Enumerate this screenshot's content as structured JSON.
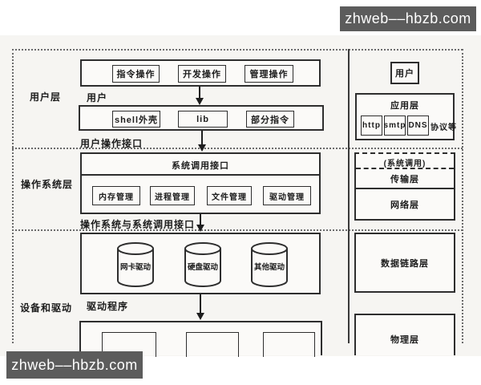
{
  "colors": {
    "line": "#2e2e2e",
    "watermark_bg": "#5c5c5c",
    "scan_bg": "#f6f5f2"
  },
  "watermarks": {
    "top": "zhweb––hbzb.com",
    "bottom": "zhweb––hbzb.com"
  },
  "layers": {
    "user": "用户层",
    "os": "操作系统层",
    "device": "设备和驱动"
  },
  "user_row": {
    "items": [
      "指令操作",
      "开发操作",
      "管理操作"
    ],
    "caption": "用户"
  },
  "shell_row": {
    "items": [
      "shell外壳",
      "lib",
      "部分指令"
    ],
    "caption": "用户操作接口"
  },
  "os_box": {
    "header": "系统调用接口",
    "items": [
      "内存管理",
      "进程管理",
      "文件管理",
      "驱动管理"
    ],
    "caption": "操作系统与系统调用接口"
  },
  "driver_box": {
    "cylinders": [
      "网卡驱动",
      "硬盘驱动",
      "其他驱动"
    ],
    "caption": "驱动程序"
  },
  "right": {
    "user": "用户",
    "app": {
      "title": "应用层",
      "protocols": [
        "http",
        "smtp",
        "DNS"
      ],
      "suffix": "协议等"
    },
    "stack": {
      "syscall": "(系统调用)",
      "transport": "传输层",
      "network": "网络层"
    },
    "datalink": "数据链路层",
    "physical": "物理层"
  }
}
